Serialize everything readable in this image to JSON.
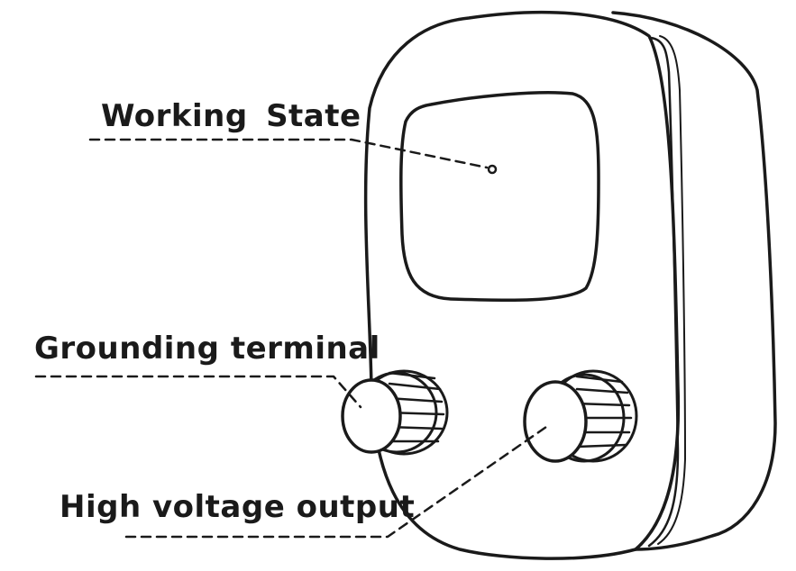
{
  "labels": {
    "working_state": "Working  State",
    "grounding_terminal": "Grounding terminal",
    "high_voltage_output": "High voltage output"
  },
  "colors": {
    "line": "#1a1a1a",
    "background": "#ffffff"
  }
}
